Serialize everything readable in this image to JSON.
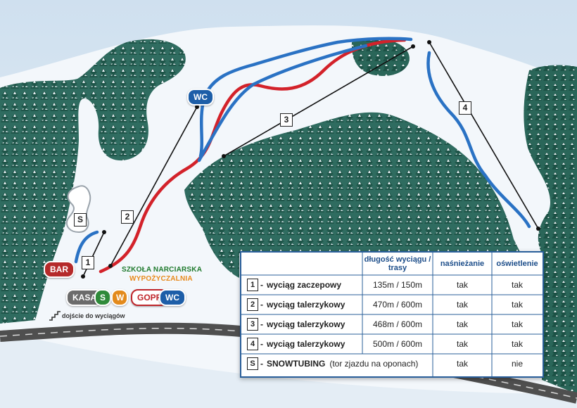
{
  "services": {
    "bar": "BAR",
    "kasa": "KASA",
    "s": "S",
    "w": "W",
    "gopr": "GOPR",
    "wc": "WC",
    "wc_top": "WC",
    "ski_school": "SZKOŁA NARCIARSKA",
    "rental": "WYPOŻYCZALNIA",
    "access": "dojście do wyciągów"
  },
  "map_markers": [
    "1",
    "2",
    "3",
    "4",
    "S"
  ],
  "legend": {
    "col_length": "długość wyciągu / trasy",
    "col_snowmaking": "naśnieżanie",
    "col_lighting": "oświetlenie",
    "rows": [
      {
        "id": "1",
        "dash": "-",
        "name": "wyciąg zaczepowy",
        "note": "",
        "length": "135m / 150m",
        "snowmaking": "tak",
        "lighting": "tak"
      },
      {
        "id": "2",
        "dash": "-",
        "name": "wyciąg talerzykowy",
        "note": "",
        "length": "470m / 600m",
        "snowmaking": "tak",
        "lighting": "tak"
      },
      {
        "id": "3",
        "dash": "-",
        "name": "wyciąg talerzykowy",
        "note": "",
        "length": "468m / 600m",
        "snowmaking": "tak",
        "lighting": "tak"
      },
      {
        "id": "4",
        "dash": "-",
        "name": "wyciąg talerzykowy",
        "note": "",
        "length": "500m / 600m",
        "snowmaking": "tak",
        "lighting": "tak"
      },
      {
        "id": "S",
        "dash": "-",
        "name": "SNOWTUBING",
        "note": "(tor zjazdu na oponach)",
        "length": "",
        "snowmaking": "tak",
        "lighting": "nie"
      }
    ]
  },
  "colors": {
    "red_run": "#d3222a",
    "blue_run": "#2a72c4",
    "lift_line": "#111111",
    "forest": "#2e6b5e",
    "snow": "#eef4fa",
    "road": "#5a5a5a",
    "legend_border": "#2a5f9a"
  },
  "icons": [
    "tree-icon",
    "stairs-icon"
  ]
}
